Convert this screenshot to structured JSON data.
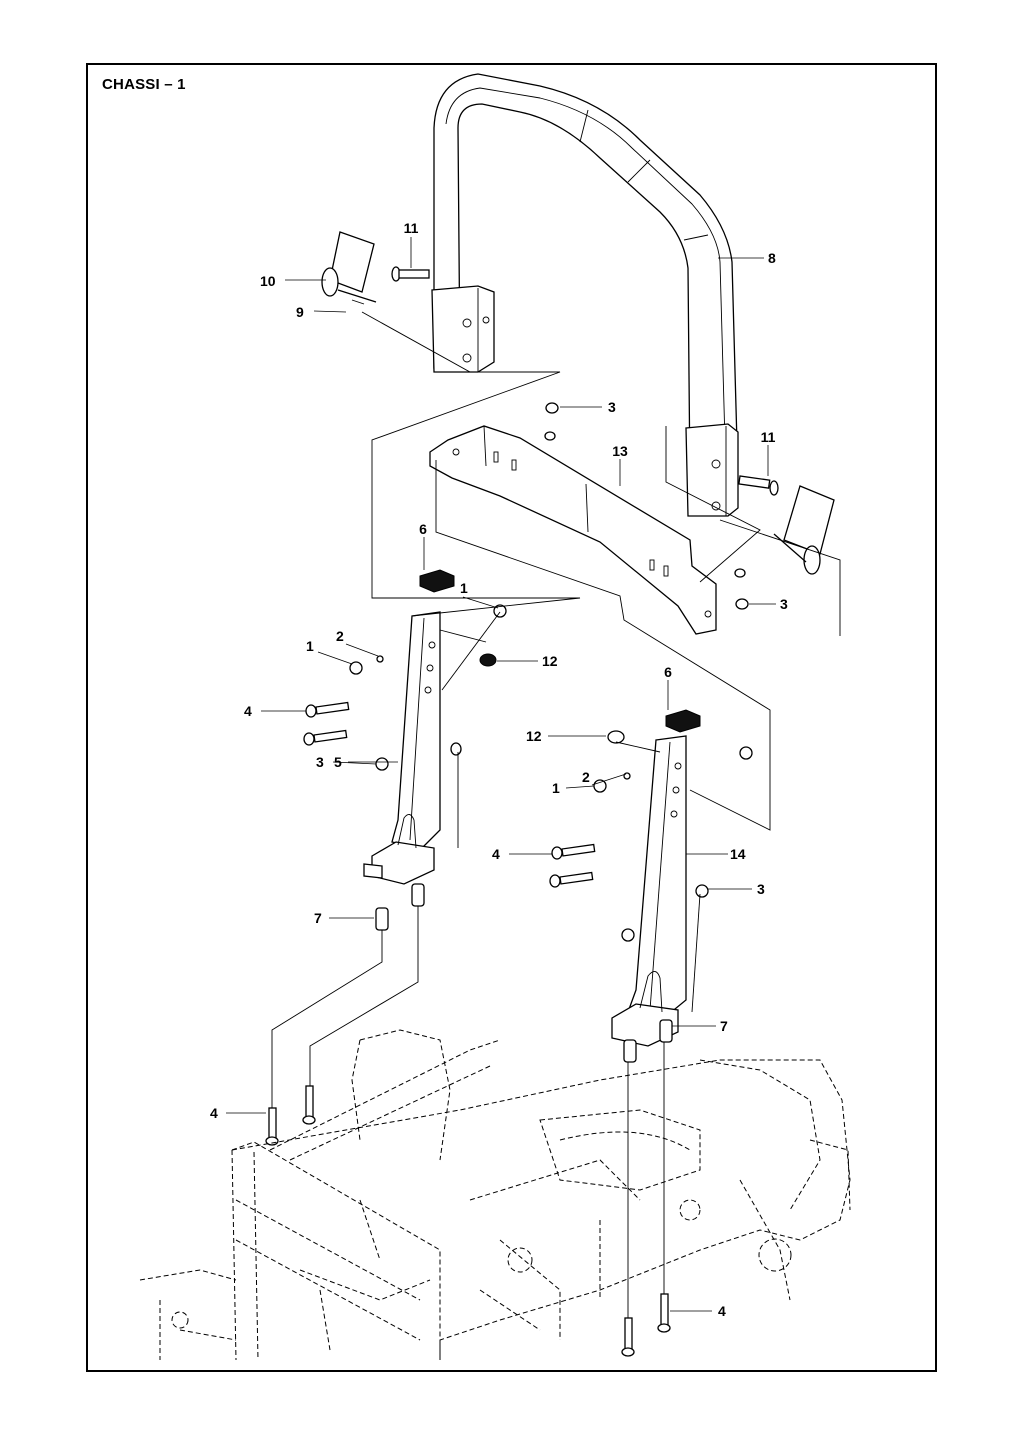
{
  "diagram": {
    "title": "CHASSI – 1",
    "callouts": [
      {
        "id": "c11a",
        "text": "11"
      },
      {
        "id": "c8",
        "text": "8"
      },
      {
        "id": "c10",
        "text": "10"
      },
      {
        "id": "c9",
        "text": "9"
      },
      {
        "id": "c3a",
        "text": "3"
      },
      {
        "id": "c11b",
        "text": "11"
      },
      {
        "id": "c13",
        "text": "13"
      },
      {
        "id": "c6a",
        "text": "6"
      },
      {
        "id": "c1a",
        "text": "1"
      },
      {
        "id": "c3b",
        "text": "3"
      },
      {
        "id": "c2a",
        "text": "2"
      },
      {
        "id": "c1b",
        "text": "1"
      },
      {
        "id": "c12a",
        "text": "12"
      },
      {
        "id": "c6b",
        "text": "6"
      },
      {
        "id": "c4a",
        "text": "4"
      },
      {
        "id": "c12b",
        "text": "12"
      },
      {
        "id": "c5",
        "text": "5"
      },
      {
        "id": "c2b",
        "text": "2"
      },
      {
        "id": "c3c",
        "text": "3"
      },
      {
        "id": "c1c",
        "text": "1"
      },
      {
        "id": "c4b",
        "text": "4"
      },
      {
        "id": "c14",
        "text": "14"
      },
      {
        "id": "c3d",
        "text": "3"
      },
      {
        "id": "c7a",
        "text": "7"
      },
      {
        "id": "c7b",
        "text": "7"
      },
      {
        "id": "c4c",
        "text": "4"
      },
      {
        "id": "c4d",
        "text": "4"
      }
    ]
  }
}
